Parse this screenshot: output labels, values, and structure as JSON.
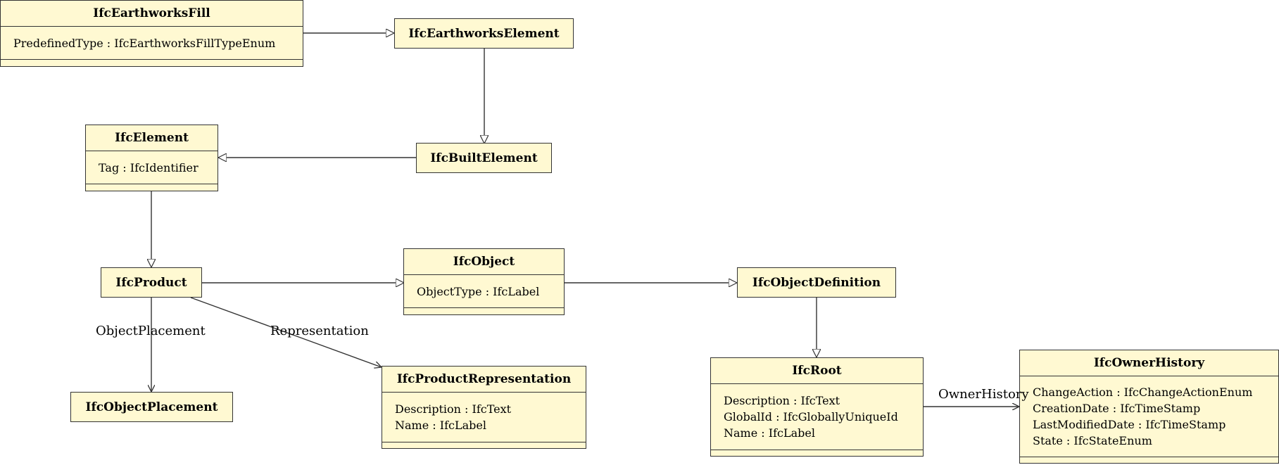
{
  "classes": {
    "earthworks_fill": {
      "name": "IfcEarthworksFill",
      "attrs": [
        "PredefinedType : IfcEarthworksFillTypeEnum"
      ]
    },
    "earthworks_element": {
      "name": "IfcEarthworksElement"
    },
    "element": {
      "name": "IfcElement",
      "attrs": [
        "Tag : IfcIdentifier"
      ]
    },
    "built_element": {
      "name": "IfcBuiltElement"
    },
    "product": {
      "name": "IfcProduct"
    },
    "object": {
      "name": "IfcObject",
      "attrs": [
        "ObjectType : IfcLabel"
      ]
    },
    "object_definition": {
      "name": "IfcObjectDefinition"
    },
    "object_placement": {
      "name": "IfcObjectPlacement"
    },
    "product_representation": {
      "name": "IfcProductRepresentation",
      "attrs": [
        "Description : IfcText",
        "Name : IfcLabel"
      ]
    },
    "root": {
      "name": "IfcRoot",
      "attrs": [
        "Description : IfcText",
        "GlobalId : IfcGloballyUniqueId",
        "Name : IfcLabel"
      ]
    },
    "owner_history": {
      "name": "IfcOwnerHistory",
      "attrs": [
        "ChangeAction : IfcChangeActionEnum",
        "CreationDate : IfcTimeStamp",
        "LastModifiedDate : IfcTimeStamp",
        "State : IfcStateEnum"
      ]
    }
  },
  "associations": {
    "object_placement": "ObjectPlacement",
    "representation": "Representation",
    "owner_history": "OwnerHistory"
  }
}
